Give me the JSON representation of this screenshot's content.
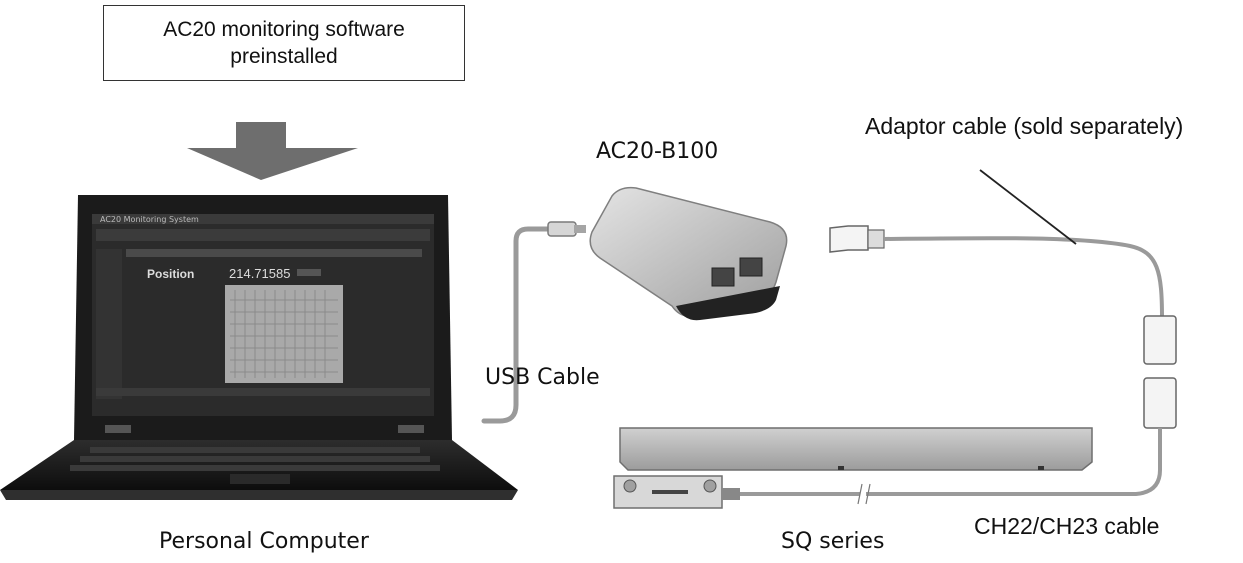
{
  "callout": {
    "line1": "AC20 monitoring software",
    "line2": "preinstalled"
  },
  "labels": {
    "device": "AC20-B100",
    "adaptor_cable": "Adaptor cable (sold separately)",
    "usb_cable": "USB Cable",
    "computer": "Personal Computer",
    "scale": "SQ series",
    "ch_cable": "CH22/CH23 cable"
  },
  "screen": {
    "window_title": "AC20 Monitoring System",
    "position_label": "Position",
    "position_value": "214.71585"
  },
  "colors": {
    "arrow": "#6e6e6e",
    "laptop_body": "#1e1e1e",
    "screen_bg": "#2b2b2b",
    "cable": "#9a9a9a",
    "device": "#c8c8c8",
    "scale_body": "#b5b5b5"
  }
}
